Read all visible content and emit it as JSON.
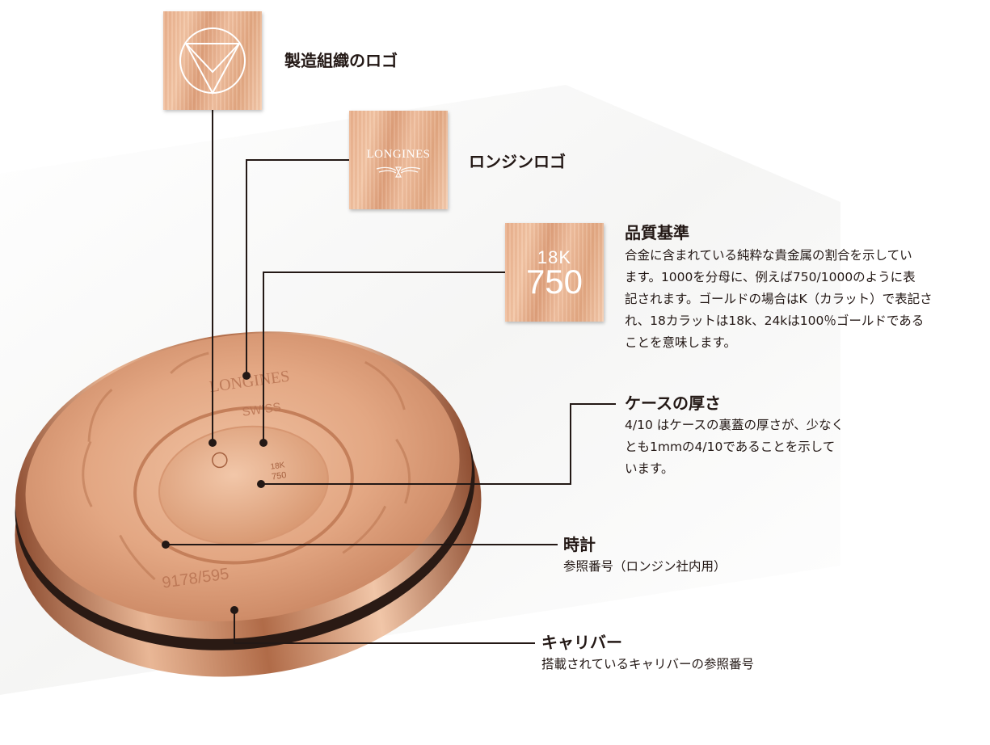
{
  "tiles": {
    "maker_logo": {
      "label": "製造組織のロゴ"
    },
    "longines_logo": {
      "label": "ロンジンロゴ",
      "tile_text": "LONGINES"
    },
    "quality": {
      "tile_top": "18K",
      "tile_bottom": "750",
      "title": "品質基準",
      "lines": [
        "合金に含まれている純粋な貴金属の割合を示してい",
        "ます。1000を分母に、例えば750/1000のように表",
        "記されます。ゴールドの場合はK（カラット）で表記さ",
        "れ、18カラットは18k、24kは100％ゴールドである",
        "ことを意味します。"
      ]
    }
  },
  "callouts": {
    "thickness": {
      "title": "ケースの厚さ",
      "lines": [
        "4/10  はケースの裏蓋の厚さが、少なく",
        "とも1mmの4/10であることを示して",
        "います。"
      ]
    },
    "watch": {
      "title": "時計",
      "lines": [
        "参照番号（ロンジン社内用）"
      ]
    },
    "caliber": {
      "title": "キャリバー",
      "lines": [
        "搭載されているキャリバーの参照番号"
      ]
    }
  },
  "caseback": {
    "brand": "LONGINES",
    "swiss": "SWISS",
    "karat": "18K",
    "fineness": "750",
    "reference": "9178/595"
  },
  "colors": {
    "gold_light": "#f0c3a3",
    "gold_mid": "#d99673",
    "gold_dark": "#a7603d",
    "leader_line": "#231815"
  }
}
